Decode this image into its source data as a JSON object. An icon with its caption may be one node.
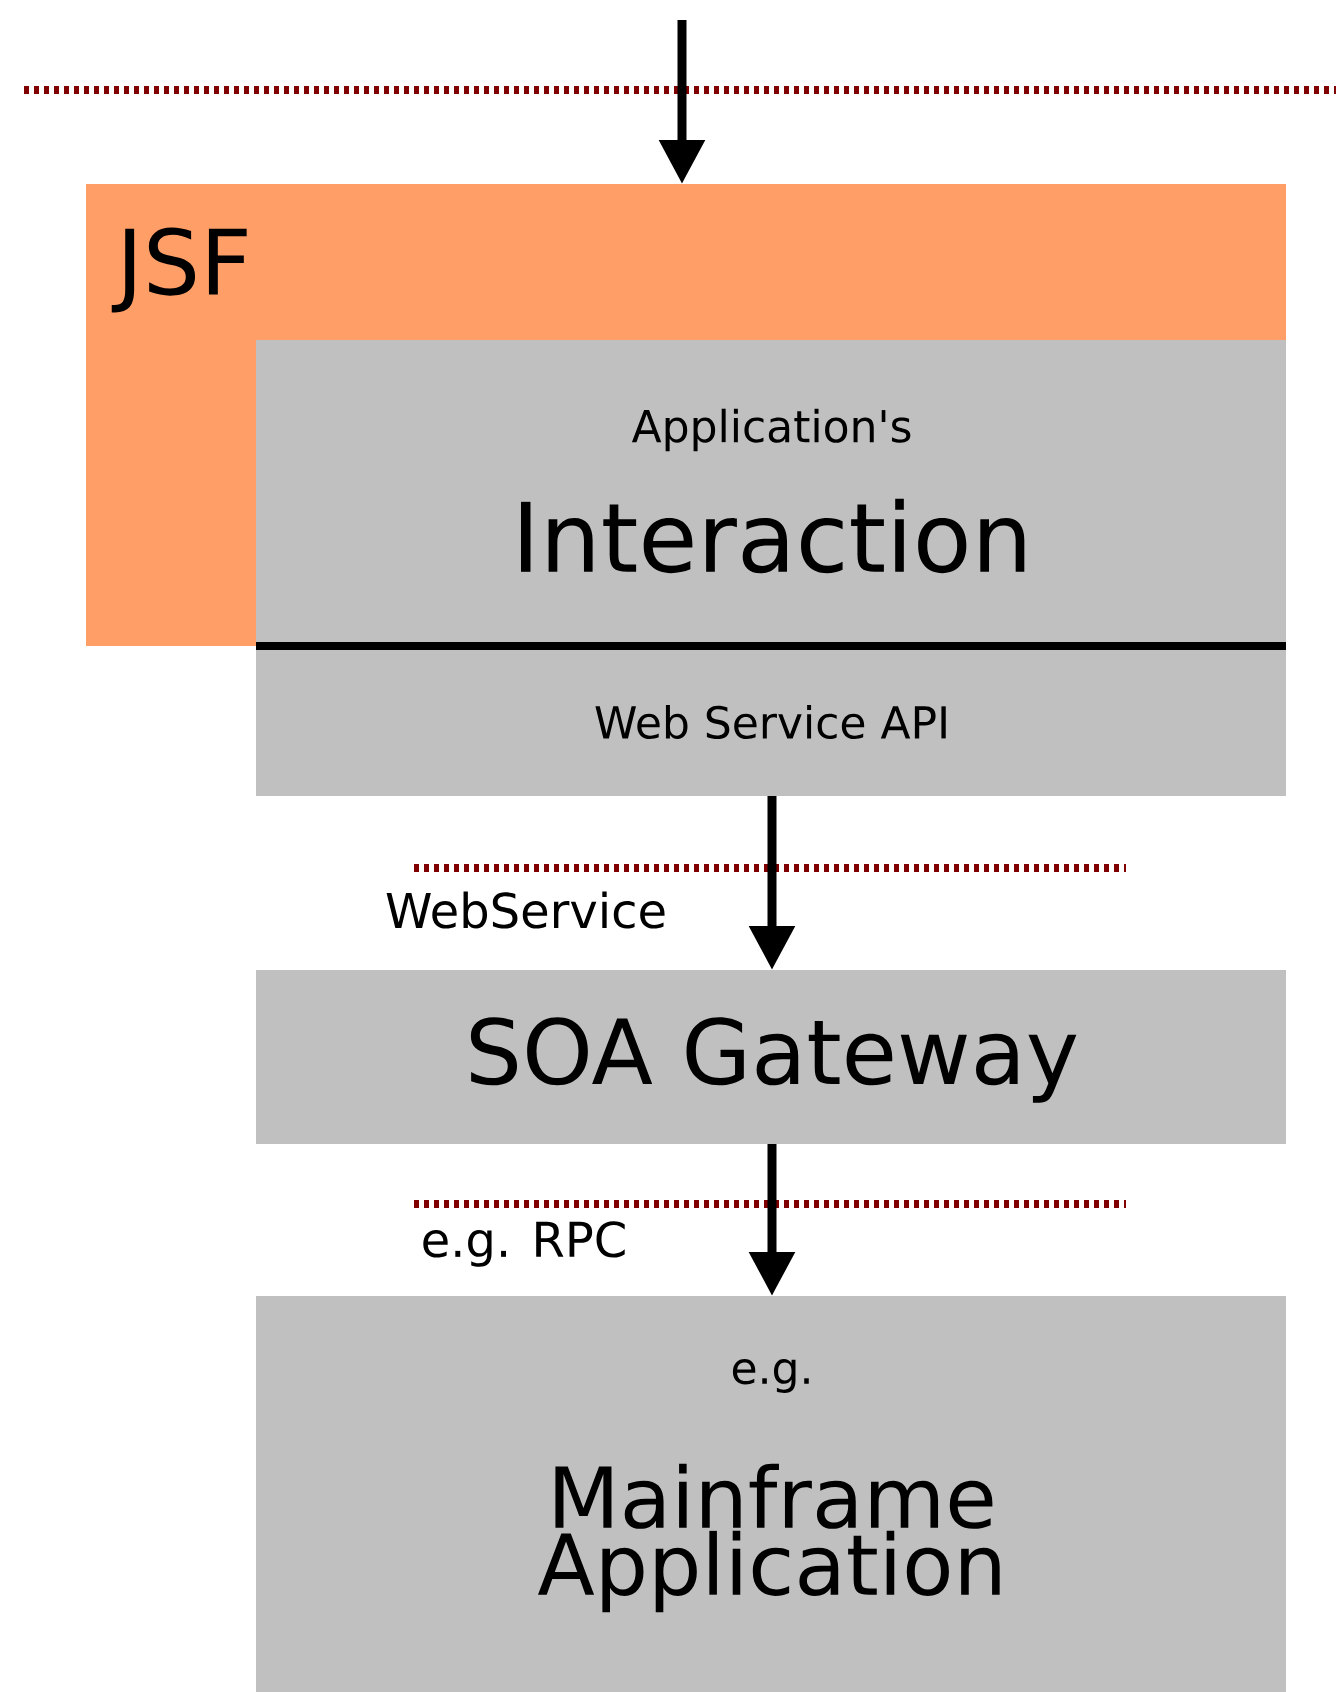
{
  "diagram": {
    "nodes": [
      {
        "text": [
          "JSF"
        ]
      },
      {
        "text": [
          "Application's",
          "Interaction"
        ],
        "in": 0
      },
      {
        "text": [
          "Web Service API"
        ]
      },
      {
        "text": [
          "SOA Gateway"
        ]
      },
      {
        "text": [
          "e.g.",
          "Mainframe Application"
        ]
      }
    ],
    "edges": [
      {
        "from": null,
        "to": 0,
        "arrow": "to"
      },
      {
        "from": 2,
        "to": 3,
        "arrow": "to",
        "label": "WebService"
      },
      {
        "from": 3,
        "to": 4,
        "arrow": "to",
        "label": "e.g. RPC"
      }
    ]
  }
}
